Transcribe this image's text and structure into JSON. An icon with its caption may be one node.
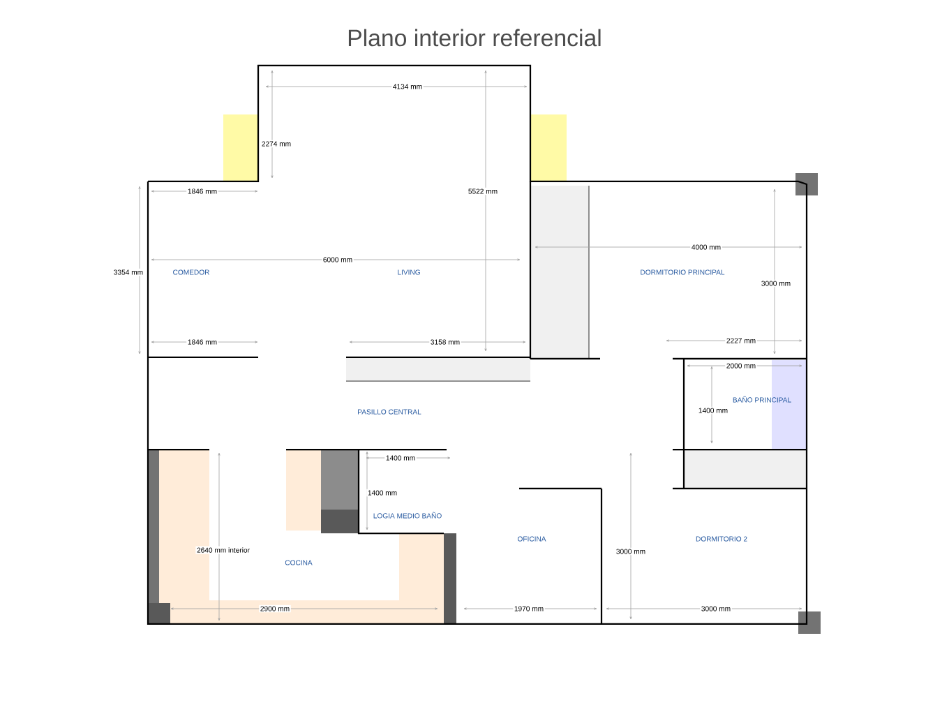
{
  "diagram": {
    "title": "Plano interior referencial",
    "labels": [
      "4134 mm",
      "2274 mm",
      "1846 mm",
      "5522 mm",
      "4000 mm",
      "3354 mm",
      "COMEDOR",
      "6000 mm",
      "LIVING",
      "DORMITORIO PRINCIPAL",
      "3000 mm",
      "1846 mm",
      "3158 mm",
      "2227 mm",
      "2000 mm",
      "BAÑO PRINCIPAL",
      "PASILLO CENTRAL",
      "1400 mm",
      "1400 mm",
      "1400 mm",
      "LOGIA MEDIO BAÑO",
      "OFICINA",
      "DORMITORIO 2",
      "2640 mm interior",
      "3000 mm",
      "COCINA",
      "2900 mm",
      "1970 mm",
      "3000 mm"
    ]
  }
}
